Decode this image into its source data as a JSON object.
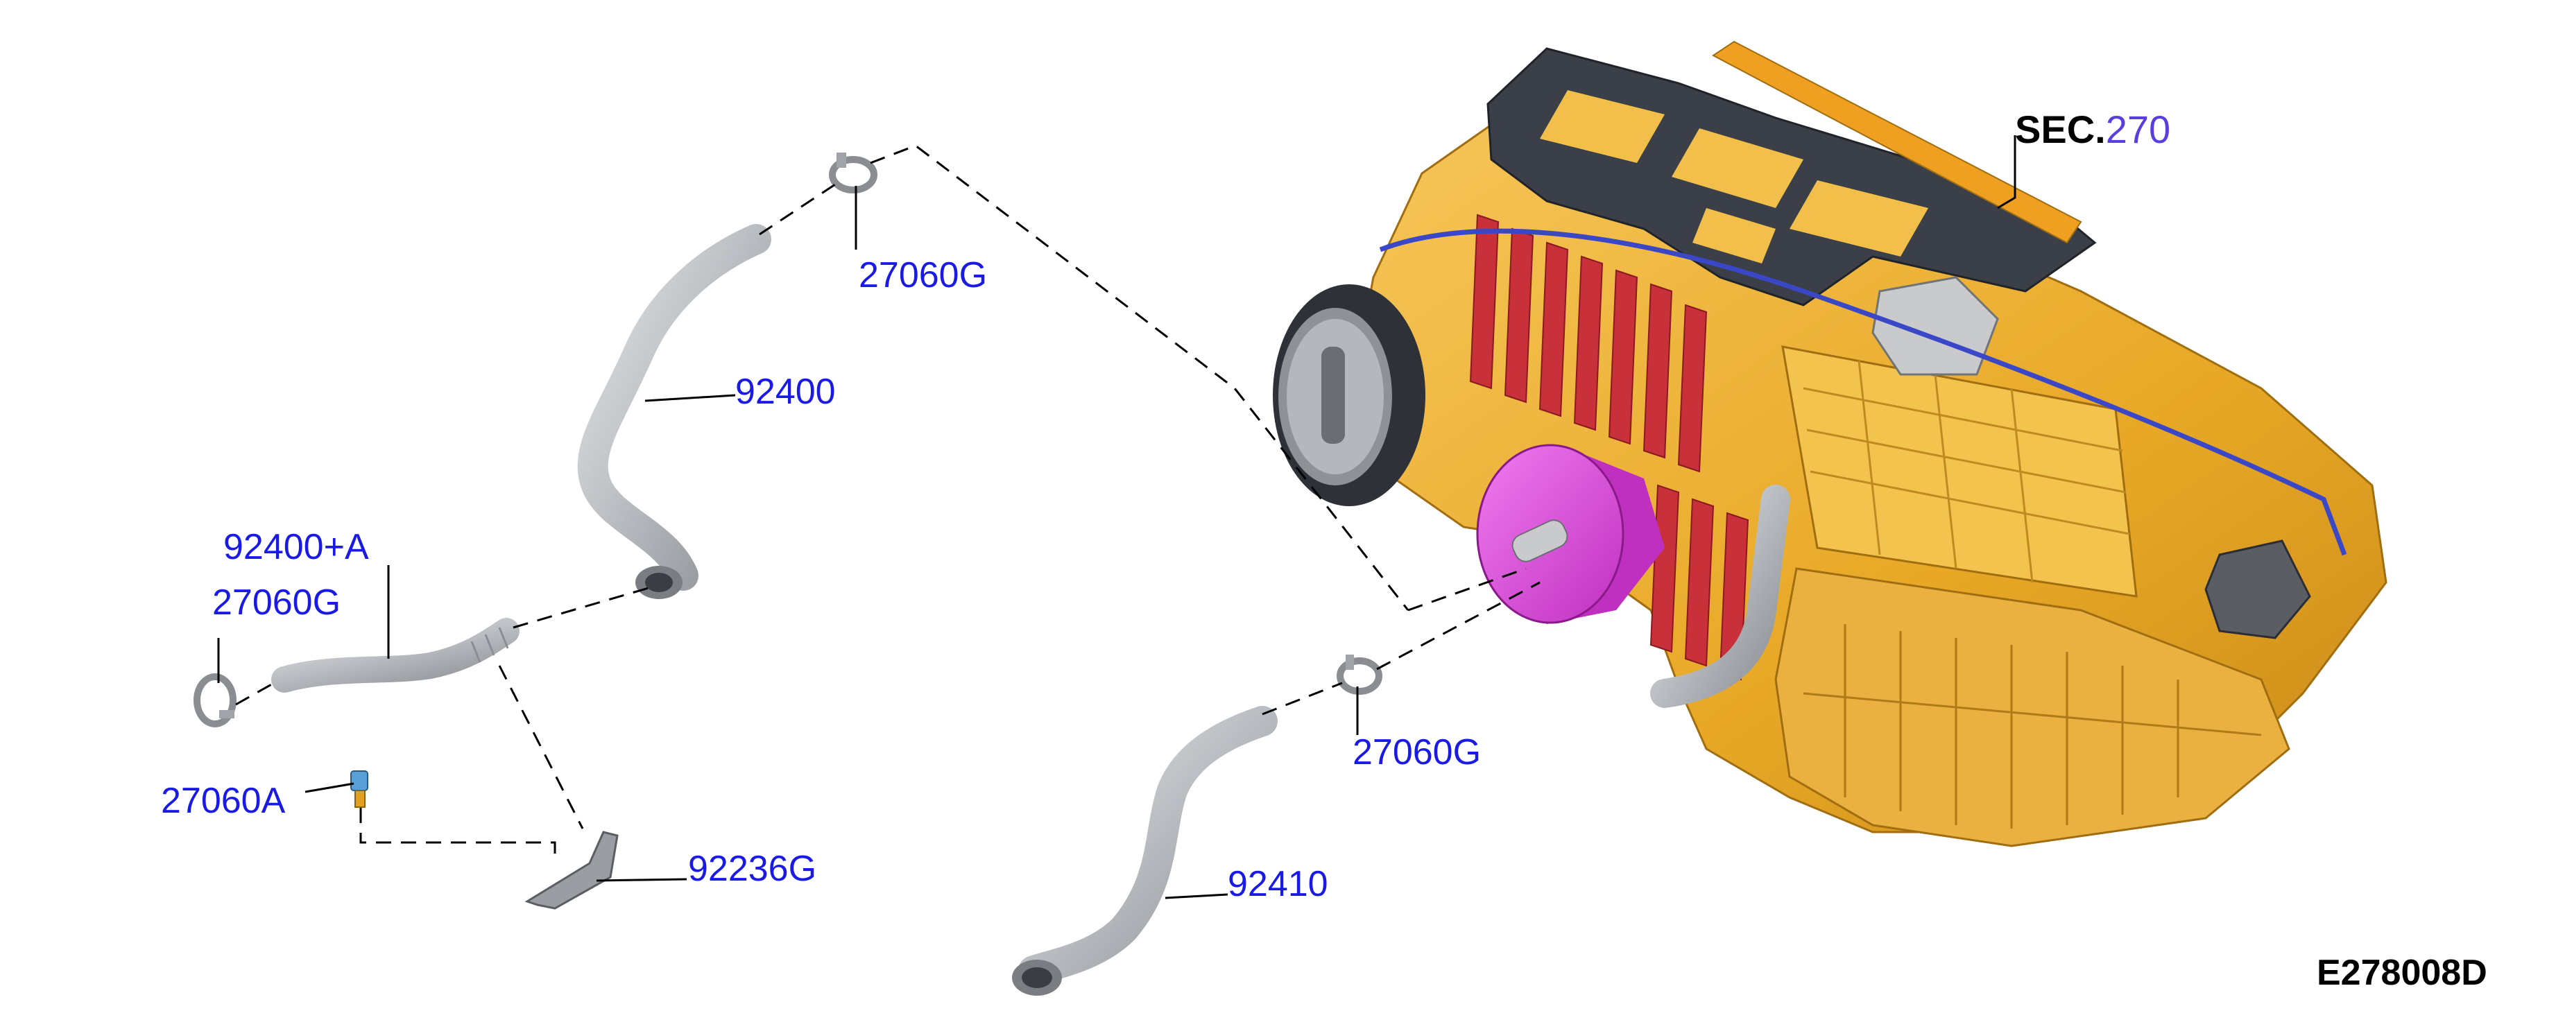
{
  "callouts": {
    "hose_upper": "92400",
    "hose_upper_kit": "92400+A",
    "clamp_top": "27060G",
    "clamp_left": "27060G",
    "clamp_right": "27060G",
    "clip": "27060A",
    "bracket": "92236G",
    "hose_lower": "92410"
  },
  "section": {
    "prefix": "SEC.",
    "number": "270"
  },
  "figure_id": "E278008D",
  "colors": {
    "callout_text": "#1a1ae6",
    "section_number": "#5a3ee0",
    "housing": "#f0b030",
    "blower_motor": "#e050e0",
    "evaporator_fins": "#c8303a",
    "hose": "#b8bcc0",
    "filter_frame": "#3a3f48"
  }
}
